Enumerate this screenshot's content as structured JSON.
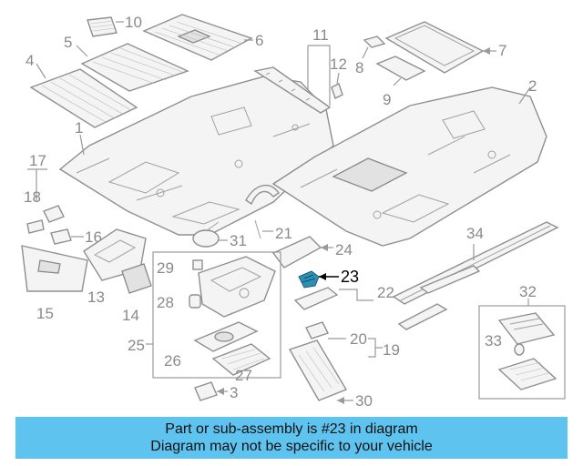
{
  "callouts": {
    "c1": "1",
    "c2": "2",
    "c3": "3",
    "c4": "4",
    "c5": "5",
    "c6": "6",
    "c7": "7",
    "c8": "8",
    "c9": "9",
    "c10": "10",
    "c11": "11",
    "c12": "12",
    "c13": "13",
    "c14": "14",
    "c15": "15",
    "c16": "16",
    "c17": "17",
    "c18": "18",
    "c19": "19",
    "c20": "20",
    "c21": "21",
    "c22": "22",
    "c23": "23",
    "c24": "24",
    "c25": "25",
    "c26": "26",
    "c27": "27",
    "c28": "28",
    "c29": "29",
    "c30": "30",
    "c31": "31",
    "c32": "32",
    "c33": "33",
    "c34": "34"
  },
  "highlight": {
    "part_number": "23",
    "color": "#2e8fb5"
  },
  "banner": {
    "line1": "Part or sub-assembly is #23 in diagram",
    "line2": "Diagram may not be specific to your vehicle",
    "background": "#5ec3ee"
  }
}
